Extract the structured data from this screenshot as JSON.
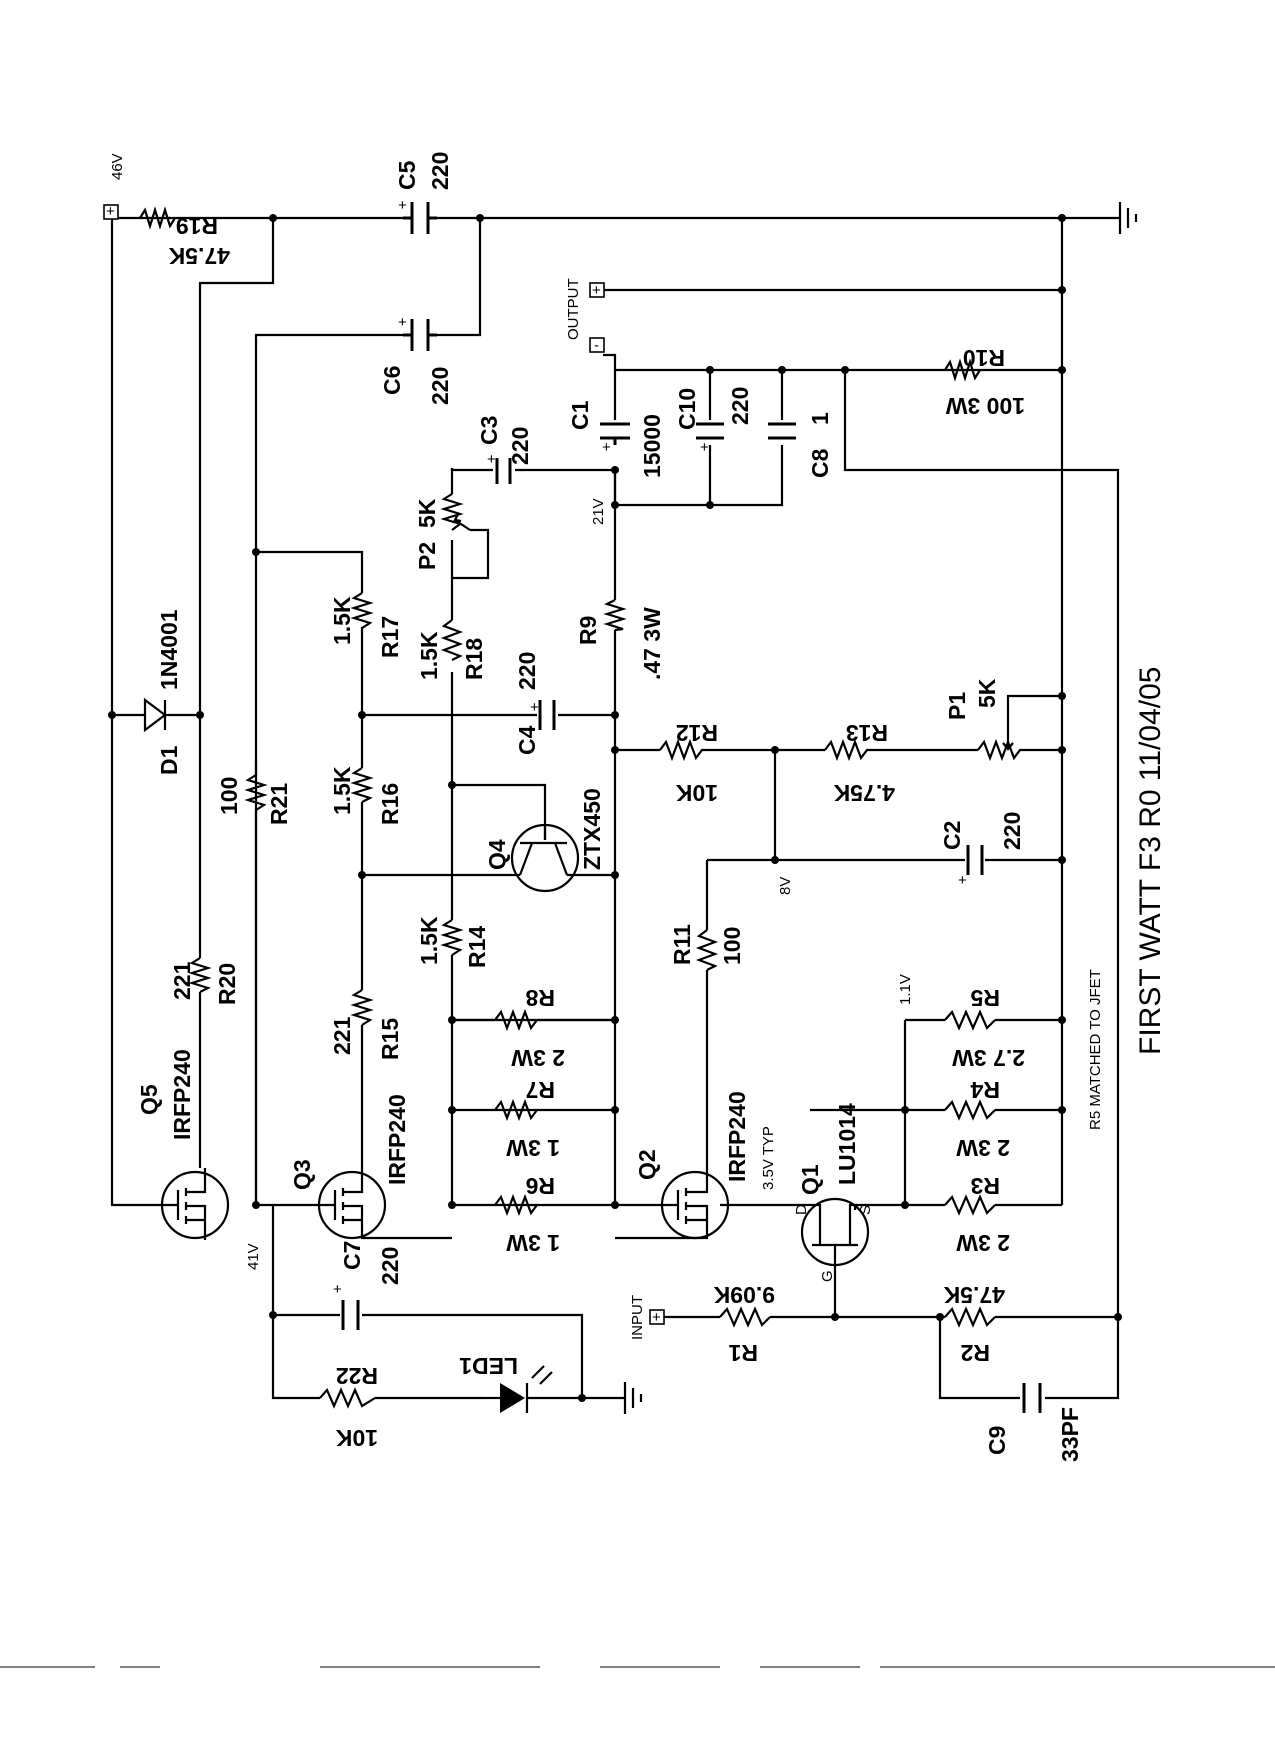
{
  "title": "FIRST WATT F3  R0  11/04/05",
  "note": "R5 MATCHED TO JFET",
  "terminals": {
    "supply": "46V",
    "output": "OUTPUT",
    "input": "INPUT"
  },
  "voltages": {
    "v41": "41V",
    "v21": "21V",
    "v8": "8V",
    "v1_1": "1.1V",
    "q2_vgs": "3.5V TYP"
  },
  "components": {
    "R19": {
      "ref": "R19",
      "value": "47.5K"
    },
    "C5": {
      "ref": "C5",
      "value": "220"
    },
    "C6": {
      "ref": "C6",
      "value": "220"
    },
    "R10": {
      "ref": "R10",
      "value": "100 3W"
    },
    "C1": {
      "ref": "C1",
      "value": "15000"
    },
    "C10": {
      "ref": "C10",
      "value": "220"
    },
    "C8": {
      "ref": "C8",
      "value": "1"
    },
    "C3": {
      "ref": "C3",
      "value": "220"
    },
    "P2": {
      "ref": "P2",
      "value": "5K"
    },
    "D1": {
      "ref": "D1",
      "value": "1N4001"
    },
    "R17": {
      "ref": "R17",
      "value": "1.5K"
    },
    "R18": {
      "ref": "R18",
      "value": "1.5K"
    },
    "R9": {
      "ref": "R9",
      "value": ".47 3W"
    },
    "R12": {
      "ref": "R12",
      "value": "10K"
    },
    "R13": {
      "ref": "R13",
      "value": "4.75K"
    },
    "P1": {
      "ref": "P1",
      "value": "5K"
    },
    "C4": {
      "ref": "C4",
      "value": "220"
    },
    "R21": {
      "ref": "R21",
      "value": "100"
    },
    "R16": {
      "ref": "R16",
      "value": "1.5K"
    },
    "Q4": {
      "ref": "Q4",
      "value": "ZTX450"
    },
    "C2": {
      "ref": "C2",
      "value": "220"
    },
    "R20": {
      "ref": "R20",
      "value": "221"
    },
    "R14": {
      "ref": "R14",
      "value": "1.5K"
    },
    "R11": {
      "ref": "R11",
      "value": "100"
    },
    "R8": {
      "ref": "R8",
      "value": "2 3W"
    },
    "R5": {
      "ref": "R5",
      "value": "2.7 3W"
    },
    "R15": {
      "ref": "R15",
      "value": "221"
    },
    "R7": {
      "ref": "R7",
      "value": "1 3W"
    },
    "R4": {
      "ref": "R4",
      "value": "2 3W"
    },
    "Q5": {
      "ref": "Q5",
      "value": "IRFP240"
    },
    "Q3": {
      "ref": "Q3",
      "value": "IRFP240"
    },
    "Q2": {
      "ref": "Q2",
      "value": "IRFP240"
    },
    "R6": {
      "ref": "R6",
      "value": "1 3W"
    },
    "R3": {
      "ref": "R3",
      "value": "2 3W"
    },
    "Q1": {
      "ref": "Q1",
      "value": "LU1014"
    },
    "C7": {
      "ref": "C7",
      "value": "220"
    },
    "R1": {
      "ref": "R1",
      "value": "9.09K"
    },
    "R2": {
      "ref": "R2",
      "value": "47.5K"
    },
    "R22": {
      "ref": "R22",
      "value": "10K"
    },
    "LED1": {
      "ref": "LED1",
      "value": ""
    },
    "C9": {
      "ref": "C9",
      "value": "33PF"
    }
  },
  "pin_labels": {
    "d": "D",
    "s": "S",
    "g": "G"
  },
  "polarity": {
    "plus": "+",
    "minus": "-"
  }
}
